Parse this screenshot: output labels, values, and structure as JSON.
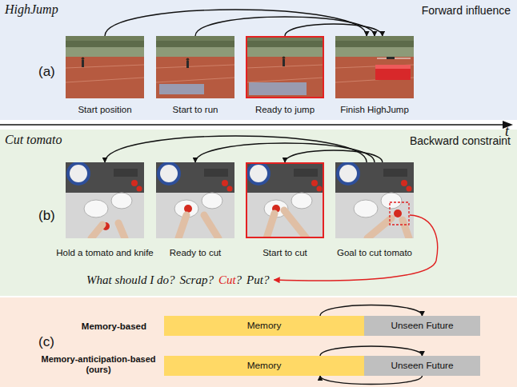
{
  "diagram": {
    "nodes": [
      {
        "text": [
          "HighJump",
          "Forward influence",
          "(a)"
        ]
      },
      {
        "text": [
          "Start position"
        ],
        "in": 0
      },
      {
        "text": [
          "Start to run"
        ],
        "in": 0
      },
      {
        "text": [
          "Ready to jump"
        ],
        "in": 0
      },
      {
        "text": [
          "Finish HighJump"
        ],
        "in": 0
      },
      {
        "text": [
          "Cut tomato",
          "Backward constraint",
          "(b)"
        ]
      },
      {
        "text": [
          "Hold a tomato and knife"
        ],
        "in": 5
      },
      {
        "text": [
          "Ready to cut"
        ],
        "in": 5
      },
      {
        "text": [
          "Start to cut"
        ],
        "in": 5
      },
      {
        "text": [
          "Goal to cut tomato"
        ],
        "in": 5
      },
      {
        "text": [
          "(c)"
        ]
      },
      {
        "text": [
          "Memory"
        ],
        "in": 10
      },
      {
        "text": [
          "Unseen Future"
        ],
        "in": 10
      },
      {
        "text": [
          "Memory"
        ],
        "in": 10
      },
      {
        "text": [
          "Unseen Future"
        ],
        "in": 10
      }
    ],
    "edges": [
      {
        "from": 1,
        "to": 4,
        "arrow": "to"
      },
      {
        "from": 2,
        "to": 4,
        "arrow": "to"
      },
      {
        "from": 3,
        "to": 4,
        "arrow": "to"
      },
      {
        "from": 9,
        "to": 6,
        "arrow": "to"
      },
      {
        "from": 9,
        "to": 7,
        "arrow": "to"
      },
      {
        "from": 9,
        "to": 8,
        "arrow": "to"
      },
      {
        "from": 11,
        "to": 12,
        "arrow": "to"
      },
      {
        "from": 13,
        "to": 14,
        "arrow": "to"
      },
      {
        "from": 14,
        "to": 13,
        "arrow": "to"
      }
    ],
    "labels": [
      "t",
      "Memory-based",
      "Memory-anticipation-based (ours)",
      "What should I do?",
      "Scrap?",
      "Cut",
      "?",
      "Put?"
    ]
  }
}
